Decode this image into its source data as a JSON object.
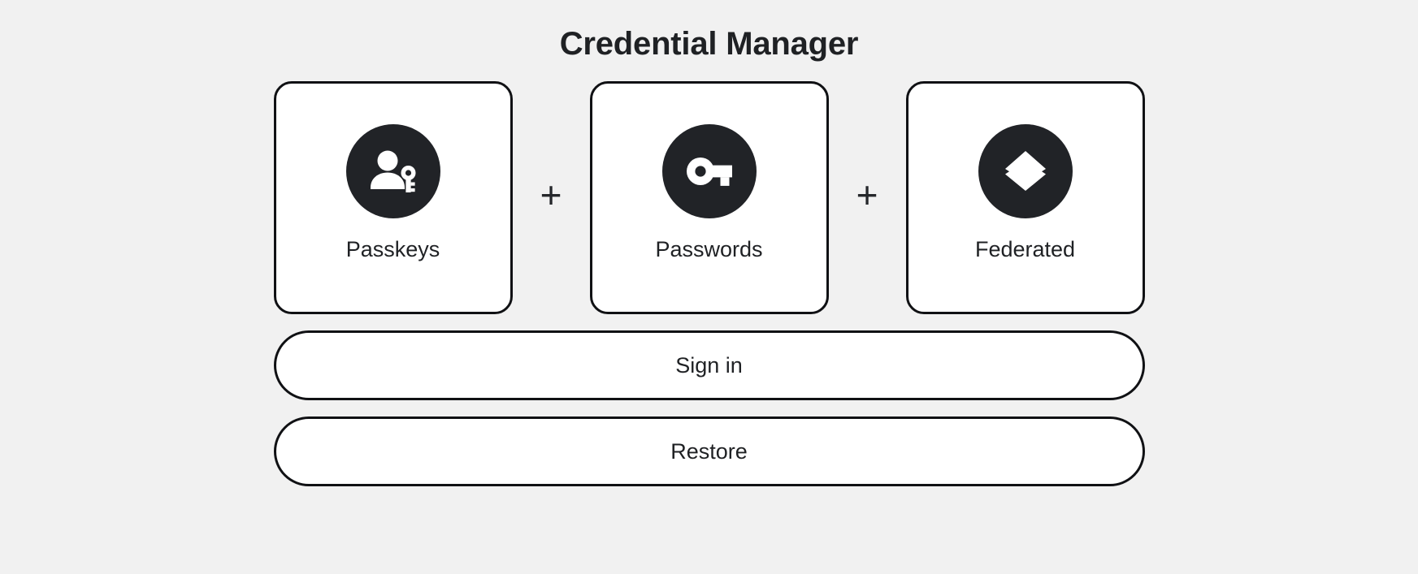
{
  "page": {
    "title": "Credential Manager",
    "background_color": "#f1f1f1",
    "accent_color": "#212327",
    "surface_color": "#ffffff",
    "border_color": "#101114",
    "text_color": "#1f2124"
  },
  "credential_types": [
    {
      "label": "Passkeys",
      "icon": "person-key-icon"
    },
    {
      "label": "Passwords",
      "icon": "key-icon"
    },
    {
      "label": "Federated",
      "icon": "layers-icon"
    }
  ],
  "separators": [
    {
      "symbol": "+"
    },
    {
      "symbol": "+"
    }
  ],
  "actions": [
    {
      "label": "Sign in"
    },
    {
      "label": "Restore"
    }
  ]
}
